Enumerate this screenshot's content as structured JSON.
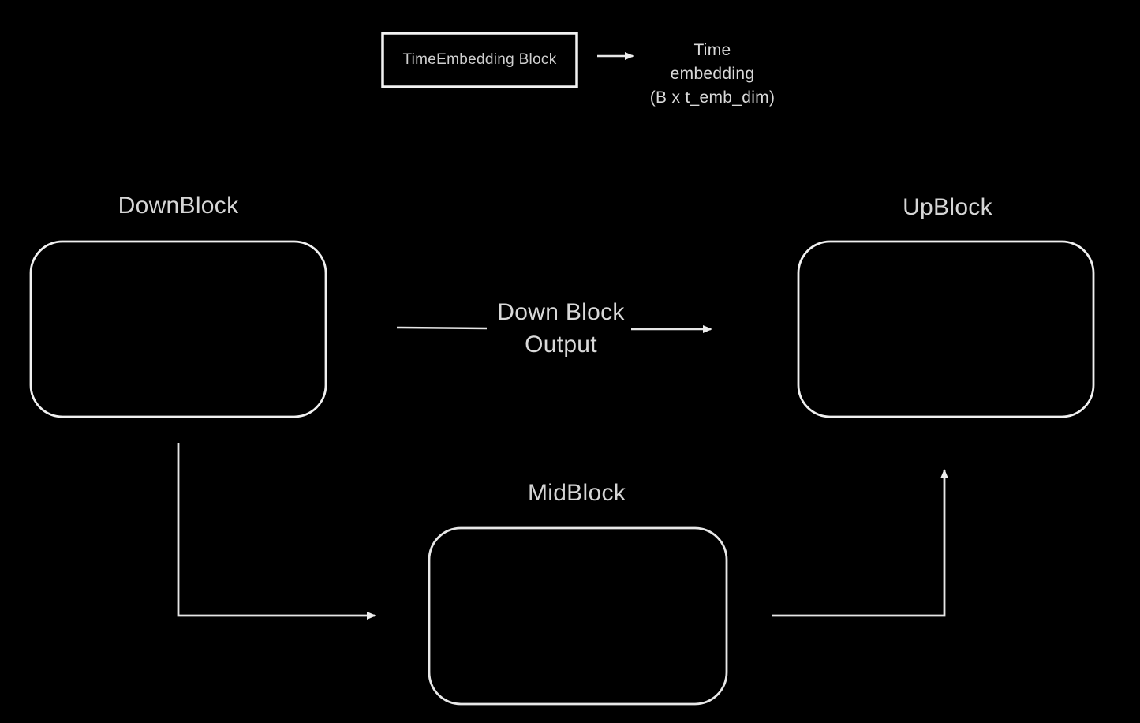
{
  "canvas": {
    "background": "#000000",
    "stroke_color": "#ededed",
    "text_color": "#d9d9d9"
  },
  "time_embedding": {
    "box_label": "TimeEmbedding Block",
    "output_label": "Time\nembedding\n(B x t_emb_dim)"
  },
  "blocks": {
    "down": {
      "label": "DownBlock"
    },
    "up": {
      "label": "UpBlock"
    },
    "mid": {
      "label": "MidBlock"
    }
  },
  "connections": {
    "down_to_up_label": "Down Block\nOutput"
  }
}
